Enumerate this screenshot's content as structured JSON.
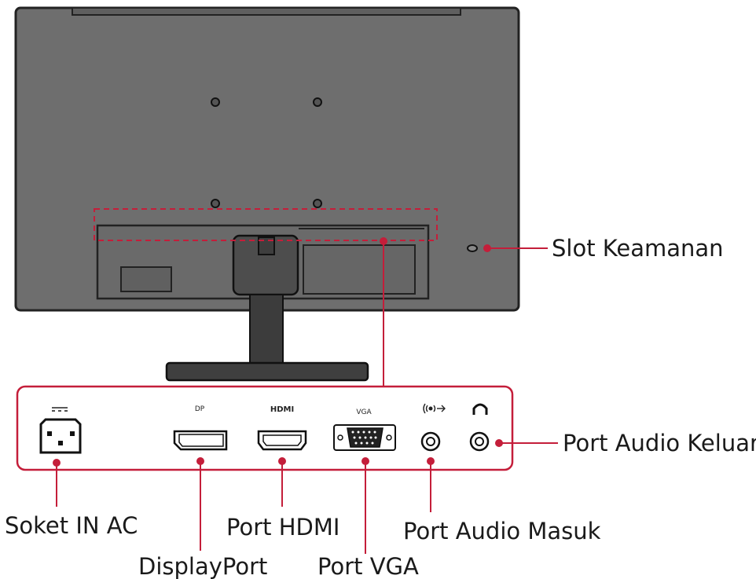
{
  "callouts": {
    "security_slot": "Slot Keamanan",
    "audio_out": "Port Audio Keluar",
    "ac_in": "Soket IN AC",
    "displayport": "DisplayPort",
    "hdmi": "Port HDMI",
    "vga": "Port VGA",
    "audio_in": "Port Audio Masuk"
  },
  "port_markings": {
    "dp": "DP",
    "hdmi": "HDMI",
    "vga": "VGA"
  },
  "icons": {
    "power": "dc-power-symbol-icon",
    "audio_in": "audio-in-icon",
    "audio_out": "headphones-icon"
  },
  "colors": {
    "callout_line": "#c41e3a",
    "monitor_body": "#6e6e6e",
    "monitor_outline": "#222222"
  }
}
